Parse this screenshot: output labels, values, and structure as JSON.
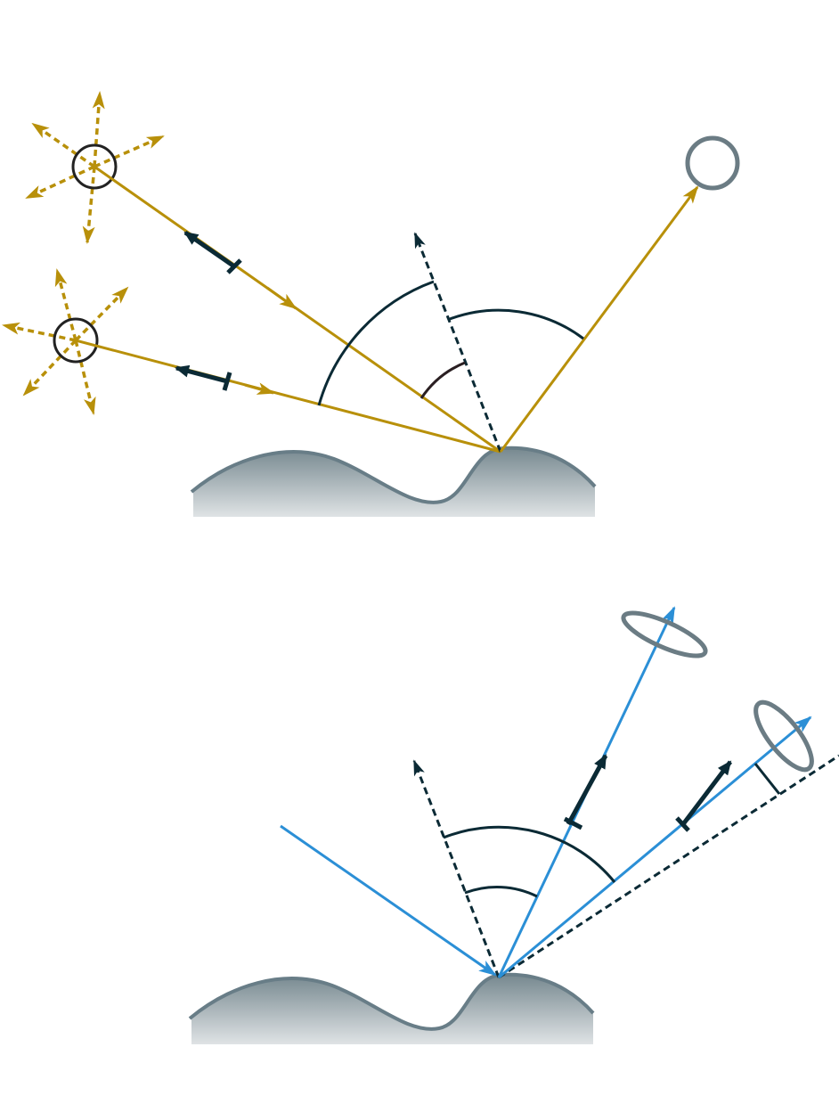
{
  "colors": {
    "light_ray": "#b8900a",
    "camera_ray": "#2b8fd6",
    "dark": "#0b2a35",
    "source_outline": "#222222",
    "surface_stroke": "#687d87",
    "surface_fill_top": "#76888f",
    "surface_fill_bottom": "#dfe3e5",
    "sensor_outline": "#6b7c84"
  },
  "icons": {
    "light_source": "point-light-circle",
    "receiver": "circle-sensor",
    "aperture": "ellipse-aperture"
  }
}
